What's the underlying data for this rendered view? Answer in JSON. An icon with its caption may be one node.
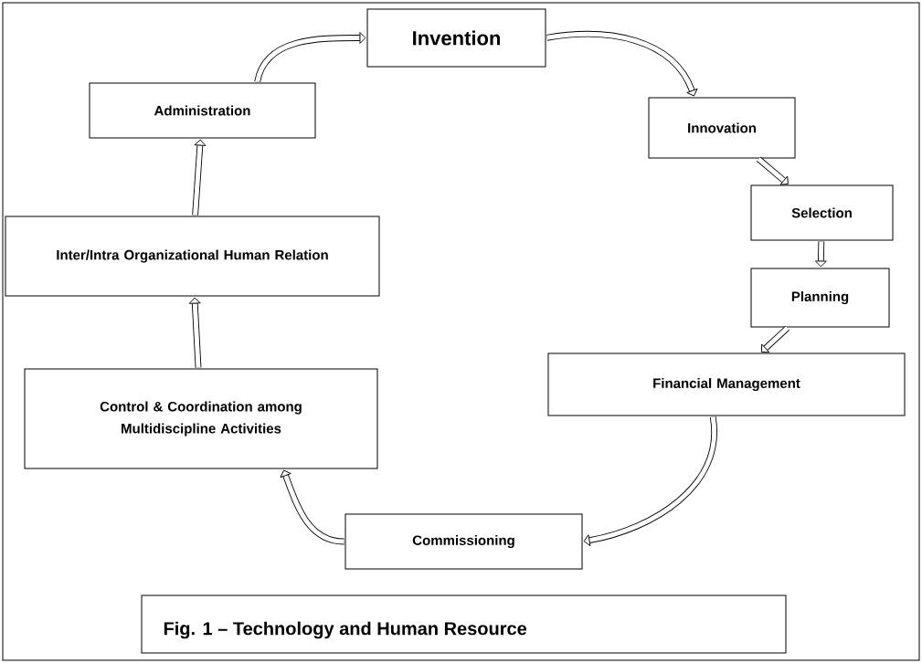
{
  "diagram": {
    "caption": "Fig. 1 – Technology and Human Resource",
    "nodes": [
      {
        "text": [
          "Invention"
        ]
      },
      {
        "text": [
          "Innovation"
        ]
      },
      {
        "text": [
          "Selection"
        ]
      },
      {
        "text": [
          "Planning"
        ]
      },
      {
        "text": [
          "Financial Management"
        ]
      },
      {
        "text": [
          "Commissioning"
        ]
      },
      {
        "text": [
          "Control & Coordination among Multidiscipline Activities"
        ]
      },
      {
        "text": [
          "Inter/Intra Organizational Human Relation"
        ]
      },
      {
        "text": [
          "Administration"
        ]
      }
    ],
    "edges": [
      {
        "from": 8,
        "to": 0,
        "arrow": "to"
      },
      {
        "from": 0,
        "to": 1,
        "arrow": "to"
      },
      {
        "from": 1,
        "to": 2,
        "arrow": "to"
      },
      {
        "from": 2,
        "to": 3,
        "arrow": "to"
      },
      {
        "from": 3,
        "to": 4,
        "arrow": "to"
      },
      {
        "from": 4,
        "to": 5,
        "arrow": "to"
      },
      {
        "from": 5,
        "to": 6,
        "arrow": "to"
      },
      {
        "from": 6,
        "to": 7,
        "arrow": "to"
      },
      {
        "from": 7,
        "to": 8,
        "arrow": "to"
      }
    ]
  }
}
